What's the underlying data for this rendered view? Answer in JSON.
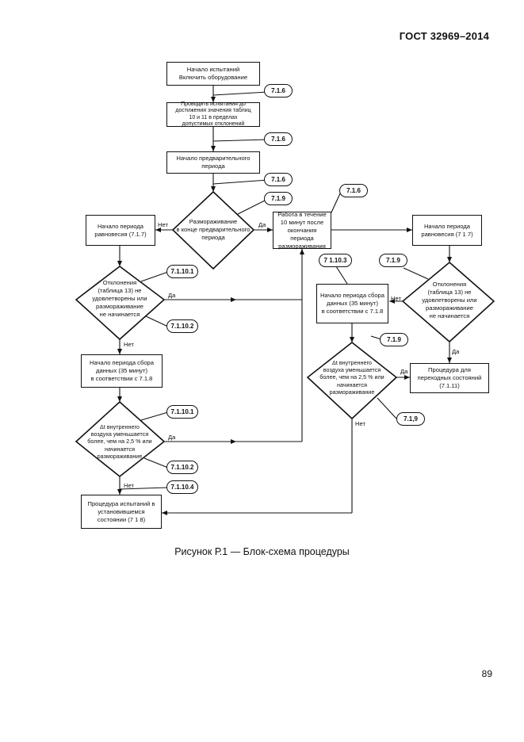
{
  "header": {
    "standard": "ГОСТ 32969–2014"
  },
  "figure": {
    "caption": "Рисунок Р.1 — Блок-схема процедуры"
  },
  "page": {
    "number": "89"
  },
  "flowchart": {
    "boxes": {
      "start": "Начало испытаний\nВключить оборудование",
      "conduct": "Проводить испытания до\nдостижения значения таблиц\n10 и 11 в пределах\nдопустимых отклонений",
      "prelim": "Начало предварительного\nпериода",
      "work10": "Работа в течение\n10 минут после\nокончания периода\nразмораживания",
      "eq_left": "Начало периода\nравновесия  (7.1.7)",
      "eq_right": "Начало периода\nравновесия  (7 1 7)",
      "collect_left": "Начало периода сбора\nданных (35 минут)\nв соответствии с 7.1.8",
      "collect_right": "Начало периода сбора\nданных (35 минут)\nв соответствии с 7.1.8",
      "steady": "Процедура испытаний в\nустановившемся\nсостоянии  (7 1 8)",
      "transient": "Процедура для\nпереходных состояний\n(7.1.11)"
    },
    "decisions": {
      "defrost": "Размораживание\nв конце предварительного\nпериода",
      "dev_left": "Отклонения\n(таблица 13) не\nудовлетворены или\nразмораживание\nне начинается",
      "dev_right": "Отклонения\n(таблица 13) не\nудовлетворены или\nразмораживание\nне начинается",
      "dt_left": "Δt внутреннего\nвоздуха уменьшается\nболее, чем на 2,5 % или\nначинается\nразмораживание",
      "dt_right": "Δt внутреннего\nвоздуха уменьшается\nболее, чем на 2,5 % или\nначинается\nразмораживание"
    },
    "refs": {
      "r1": "7.1.6",
      "r2": "7.1.6",
      "r3": "7.1.6",
      "r4": "7.1.9",
      "r5": "7.1.6",
      "r6": "7.1.10.1",
      "r7": "7.1.10.2",
      "r8": "7.1.10.1",
      "r9": "7.1.10.2",
      "r10": "7.1.10.4",
      "r11": "7 1.10.3",
      "r12": "7.1.9",
      "r13": "7.1.9",
      "r14": "7.1,9"
    },
    "labels": {
      "no": "Нет",
      "yes": "Да"
    }
  }
}
